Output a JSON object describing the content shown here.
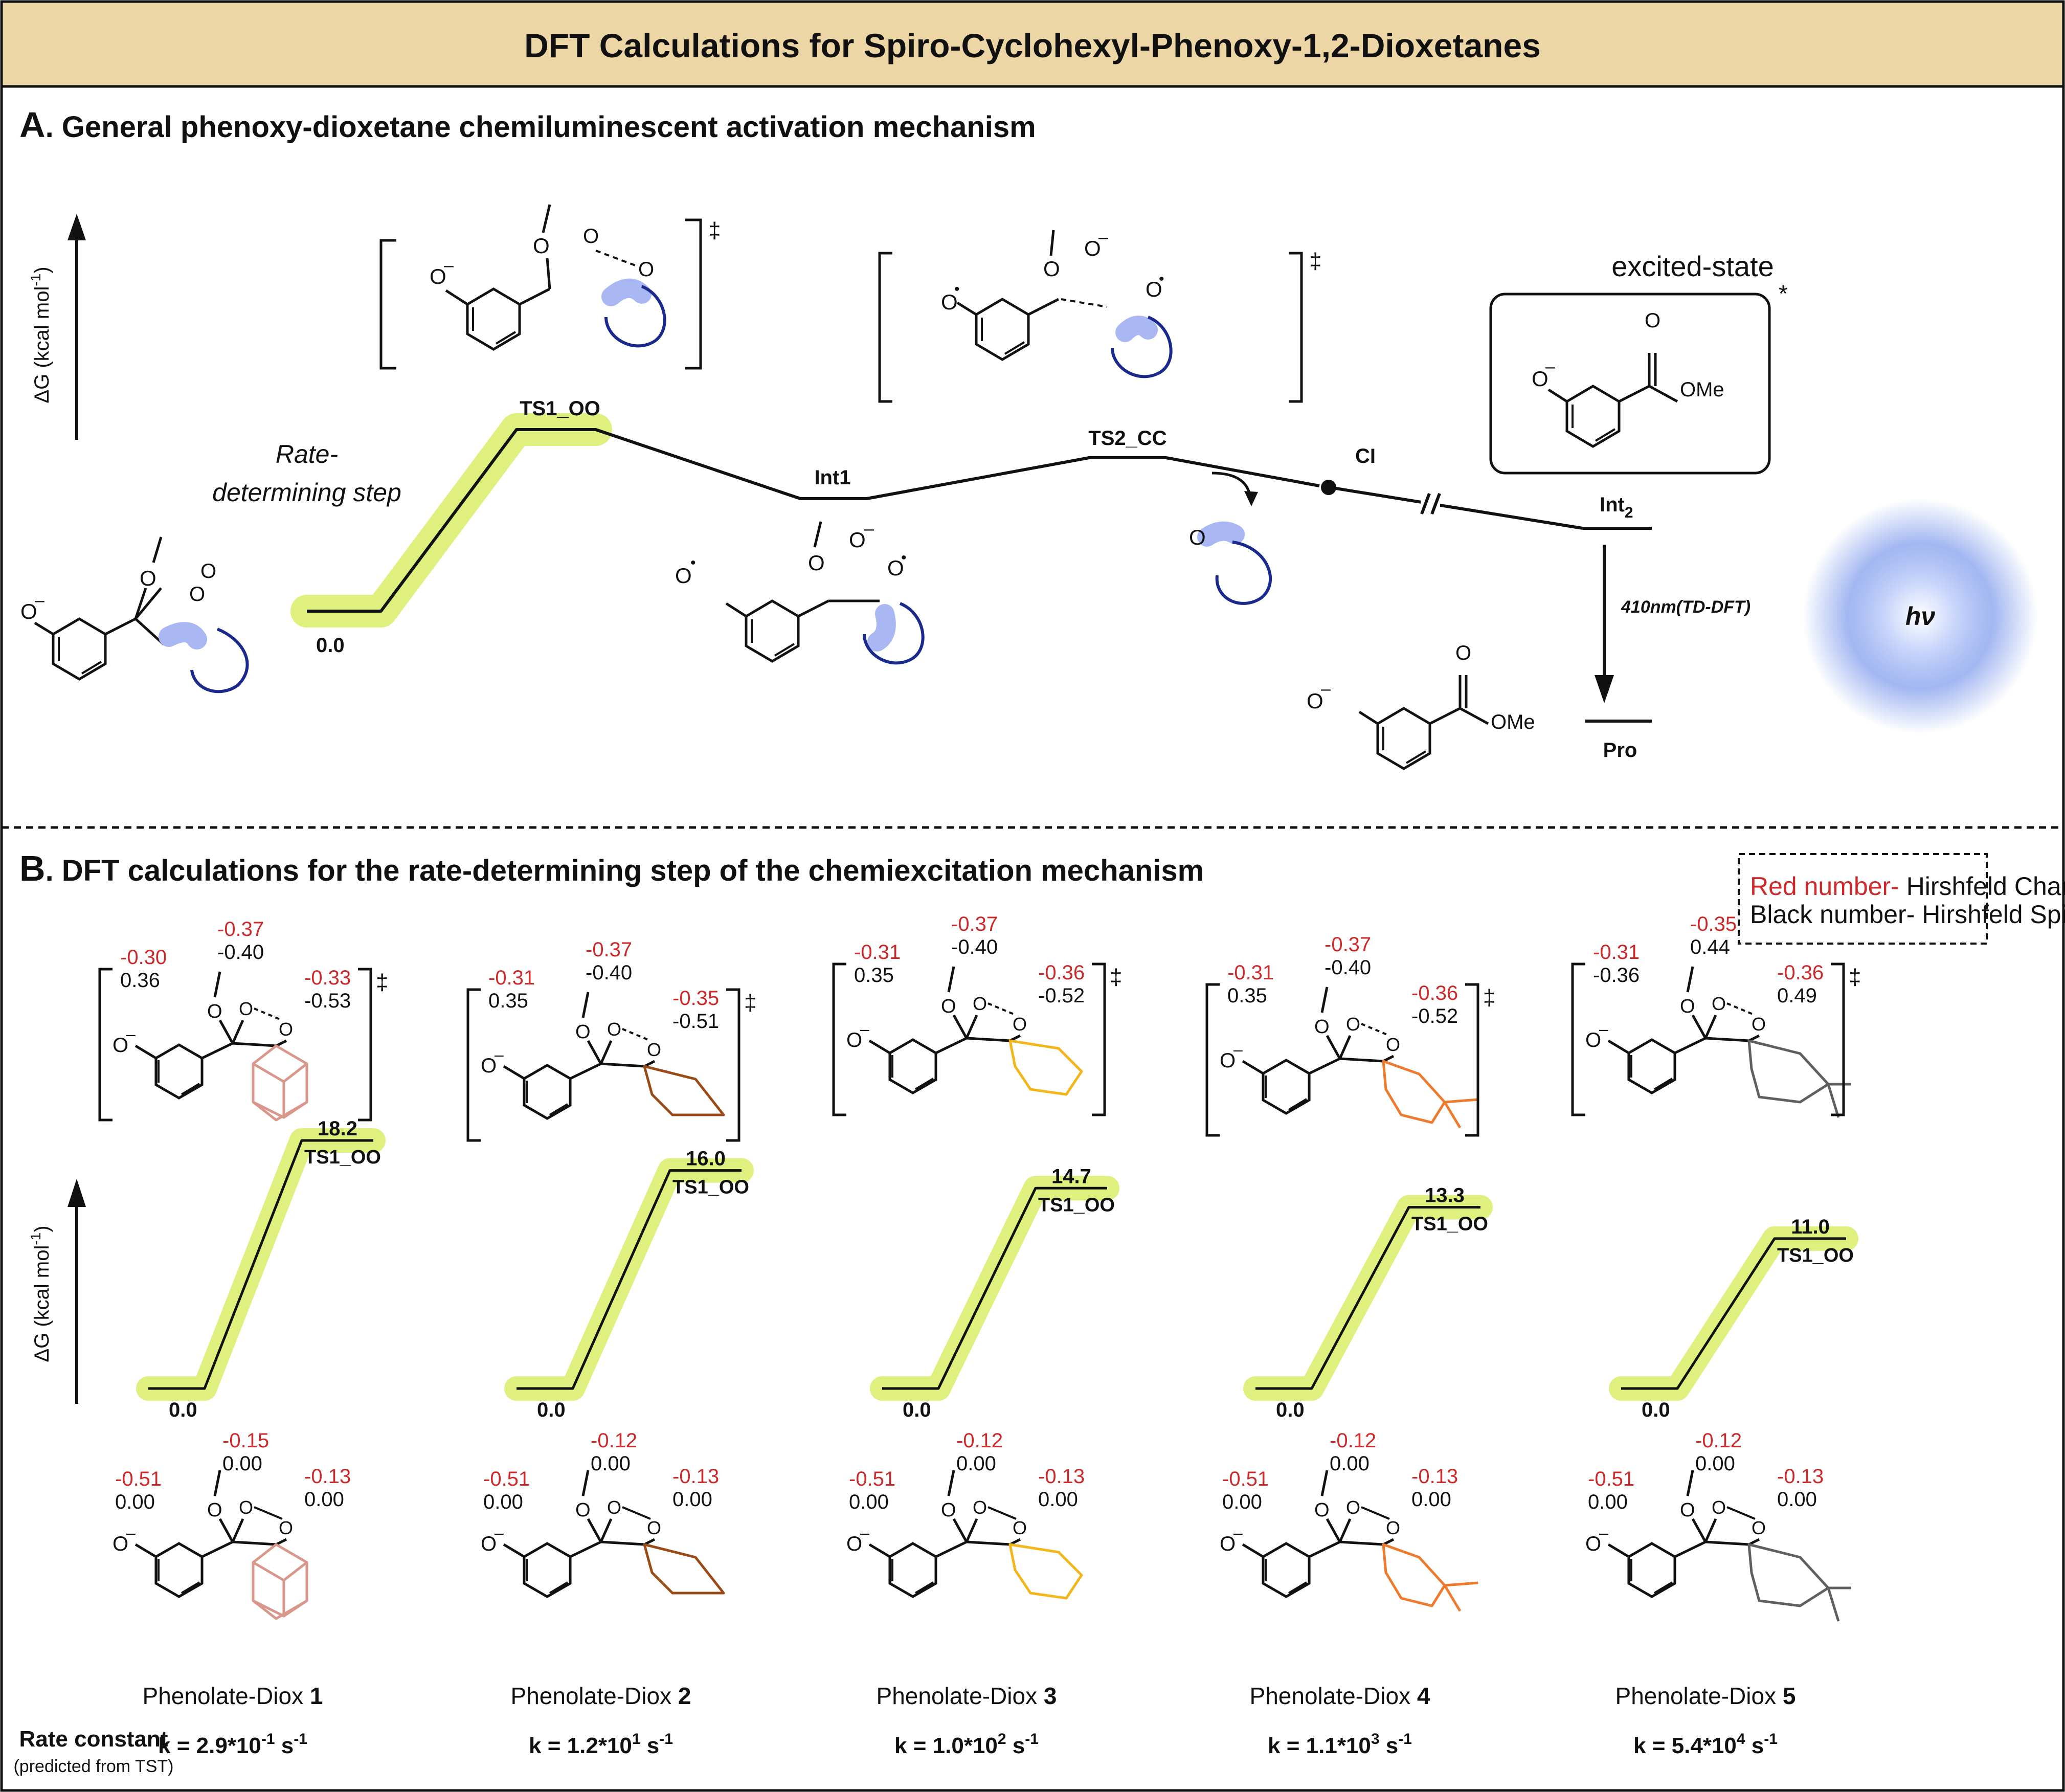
{
  "title": "DFT Calculations for Spiro-Cyclohexyl-Phenoxy-1,2-Dioxetanes",
  "panelA": {
    "letter": "A",
    "heading": ". General phenoxy-dioxetane chemiluminescent activation mechanism",
    "yaxis": "ΔG (kcal mol",
    "yaxis_sup": "-1",
    "yaxis_close": ")",
    "rds_line1": "Rate-",
    "rds_line2": "determining step",
    "zero": "0.0",
    "ts1": "TS1_OO",
    "int1": "Int1",
    "ts2": "TS2_CC",
    "ci": "CI",
    "int2": "Int",
    "int2_sub": "2",
    "pro": "Pro",
    "excited": "excited-state",
    "emission": "410nm(TD-DFT)",
    "hv": "hν",
    "dagger": "‡",
    "star": "*",
    "ome": "OMe",
    "o": "O"
  },
  "panelB": {
    "letter": "B",
    "heading": ". DFT calculations for the rate-determining step of the chemiexcitation mechanism",
    "legend_red": "Red number-",
    "legend_red_rest": " Hirshfeld Charge",
    "legend_black": "Black number- Hirshfeld Spin",
    "yaxis": "ΔG (kcal mol",
    "yaxis_sup": "-1",
    "yaxis_close": ")",
    "rate_label": "Rate constant",
    "rate_sub": "(predicted from TST)",
    "ts_label": "TS1_OO",
    "zero": "0.0",
    "compounds": [
      {
        "name": "Phenolate-Diox ",
        "num": "1",
        "barrier": "18.2",
        "k_mant": "k = 2.9*10",
        "k_exp": "-1",
        "k_unit": "s",
        "ts": {
          "c1": "-0.30",
          "s1": "0.36",
          "c2": "-0.37",
          "s2": "-0.40",
          "c3": "-0.33",
          "s3": "-0.53"
        },
        "gs": {
          "c1": "-0.51",
          "s1": "0.00",
          "c2": "-0.15",
          "s2": "0.00",
          "c3": "-0.13",
          "s3": "0.00"
        },
        "color": "#d9968a",
        "ring": "adamantane"
      },
      {
        "name": "Phenolate-Diox ",
        "num": "2",
        "barrier": "16.0",
        "k_mant": "k = 1.2*10",
        "k_exp": "1",
        "k_unit": "s",
        "ts": {
          "c1": "-0.31",
          "s1": "0.35",
          "c2": "-0.37",
          "s2": "-0.40",
          "c3": "-0.35",
          "s3": "-0.51"
        },
        "gs": {
          "c1": "-0.51",
          "s1": "0.00",
          "c2": "-0.12",
          "s2": "0.00",
          "c3": "-0.13",
          "s3": "0.00"
        },
        "color": "#9a4a17",
        "ring": "cyclohexane"
      },
      {
        "name": "Phenolate-Diox ",
        "num": "3",
        "barrier": "14.7",
        "k_mant": "k = 1.0*10",
        "k_exp": "2",
        "k_unit": "s",
        "ts": {
          "c1": "-0.31",
          "s1": "0.35",
          "c2": "-0.37",
          "s2": "-0.40",
          "c3": "-0.36",
          "s3": "-0.52"
        },
        "gs": {
          "c1": "-0.51",
          "s1": "0.00",
          "c2": "-0.12",
          "s2": "0.00",
          "c3": "-0.13",
          "s3": "0.00"
        },
        "color": "#f2b51b",
        "ring": "oxane"
      },
      {
        "name": "Phenolate-Diox ",
        "num": "4",
        "barrier": "13.3",
        "k_mant": "k = 1.1*10",
        "k_exp": "3",
        "k_unit": "s",
        "ts": {
          "c1": "-0.31",
          "s1": "0.35",
          "c2": "-0.37",
          "s2": "-0.40",
          "c3": "-0.36",
          "s3": "-0.52"
        },
        "gs": {
          "c1": "-0.51",
          "s1": "0.00",
          "c2": "-0.12",
          "s2": "0.00",
          "c3": "-0.13",
          "s3": "0.00"
        },
        "color": "#ee7a2e",
        "ring": "dioxane"
      },
      {
        "name": "Phenolate-Diox ",
        "num": "5",
        "barrier": "11.0",
        "k_mant": "k = 5.4*10",
        "k_exp": "4",
        "k_unit": "s",
        "ts": {
          "c1": "-0.31",
          "s1": "-0.36",
          "c2": "-0.35",
          "s2": "0.44",
          "c3": "-0.36",
          "s3": "0.49"
        },
        "gs": {
          "c1": "-0.51",
          "s1": "0.00",
          "c2": "-0.12",
          "s2": "0.00",
          "c3": "-0.13",
          "s3": "0.00"
        },
        "color": "#5f5f5f",
        "ring": "sulfone"
      }
    ]
  },
  "colors": {
    "header_bg": "#ecd6a6",
    "highlight": "#dff07f",
    "blue_ring": "#1a2a8c",
    "blue_glow": "#a9b8f2",
    "charge_red": "#cc2a2a",
    "hv_glow": "#8ba5ee"
  }
}
